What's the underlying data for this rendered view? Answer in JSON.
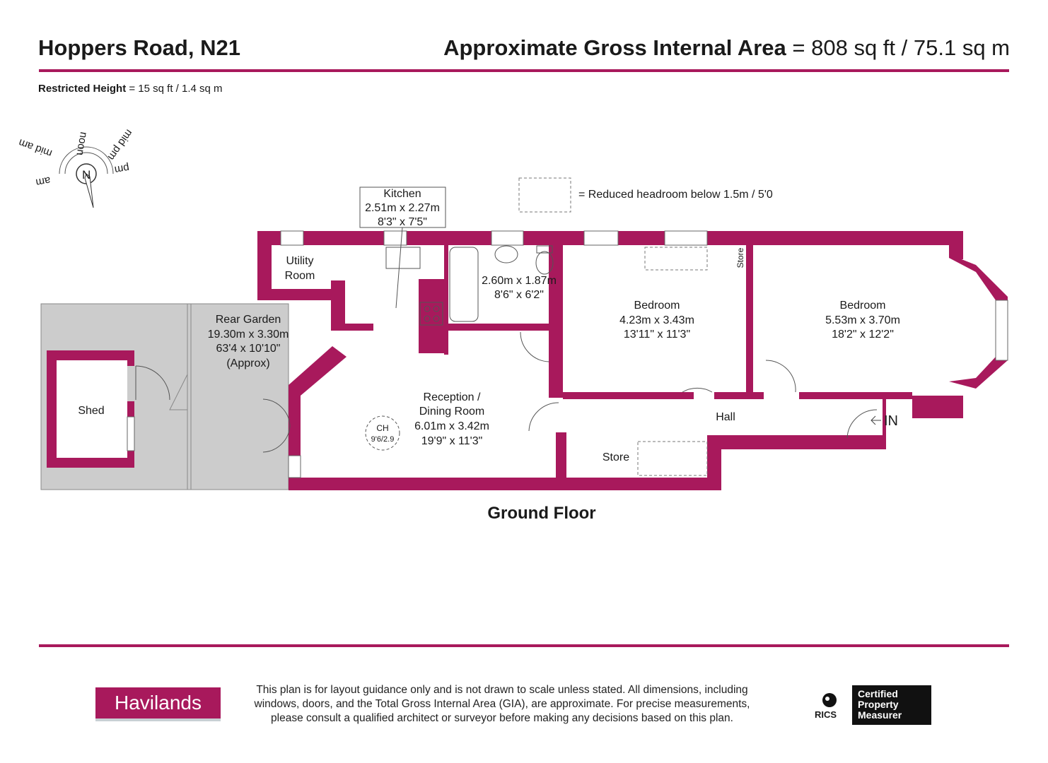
{
  "header": {
    "property": "Hoppers Road, N21",
    "area_label": "Approximate Gross Internal Area",
    "area_value": "= 808 sq ft / 75.1 sq m",
    "restricted_label": "Restricted Height",
    "restricted_value": "= 15 sq ft / 1.4 sq m"
  },
  "compass": {
    "north": "N",
    "labels": [
      "am",
      "mid am",
      "noon",
      "mid pm",
      "pm"
    ]
  },
  "legend": {
    "text": "= Reduced headroom below 1.5m / 5'0"
  },
  "rooms": {
    "kitchen": {
      "name": "Kitchen",
      "metric": "2.51m x 2.27m",
      "imperial": "8'3\" x 7'5\""
    },
    "utility": {
      "line1": "Utility",
      "line2": "Room"
    },
    "bathroom": {
      "metric": "2.60m x 1.87m",
      "imperial": "8'6\" x 6'2\""
    },
    "bedroom1": {
      "name": "Bedroom",
      "metric": "4.23m x 3.43m",
      "imperial": "13'11\" x 11'3\""
    },
    "bedroom2": {
      "name": "Bedroom",
      "metric": "5.53m x 3.70m",
      "imperial": "18'2\" x 12'2\""
    },
    "store_small": {
      "name": "Store"
    },
    "garden": {
      "name": "Rear Garden",
      "metric": "19.30m x 3.30m",
      "imperial": "63'4 x 10'10\"",
      "note": "(Approx)"
    },
    "shed": {
      "name": "Shed"
    },
    "reception": {
      "line1": "Reception /",
      "line2": "Dining Room",
      "metric": "6.01m x 3.42m",
      "imperial": "19'9\" x 11'3\""
    },
    "ch": {
      "name": "CH",
      "size": "9'6/2.9"
    },
    "hall": {
      "name": "Hall"
    },
    "store": {
      "name": "Store"
    },
    "entrance": {
      "label": "IN"
    }
  },
  "floor_label": "Ground Floor",
  "footer": {
    "brand": "Havilands",
    "disclaimer": [
      "This plan is for layout guidance only and is not drawn to scale unless stated. All dimensions, including",
      "windows, doors, and the Total Gross Internal Area (GIA), are approximate. For precise measurements,",
      "please consult a qualified architect or surveyor before making any decisions based on this plan."
    ],
    "rics": "RICS",
    "cpm": [
      "Certified",
      "Property",
      "Measurer"
    ]
  },
  "colors": {
    "wall": "#a8195c",
    "garden": "#cccccc",
    "text": "#1a1a1a"
  }
}
